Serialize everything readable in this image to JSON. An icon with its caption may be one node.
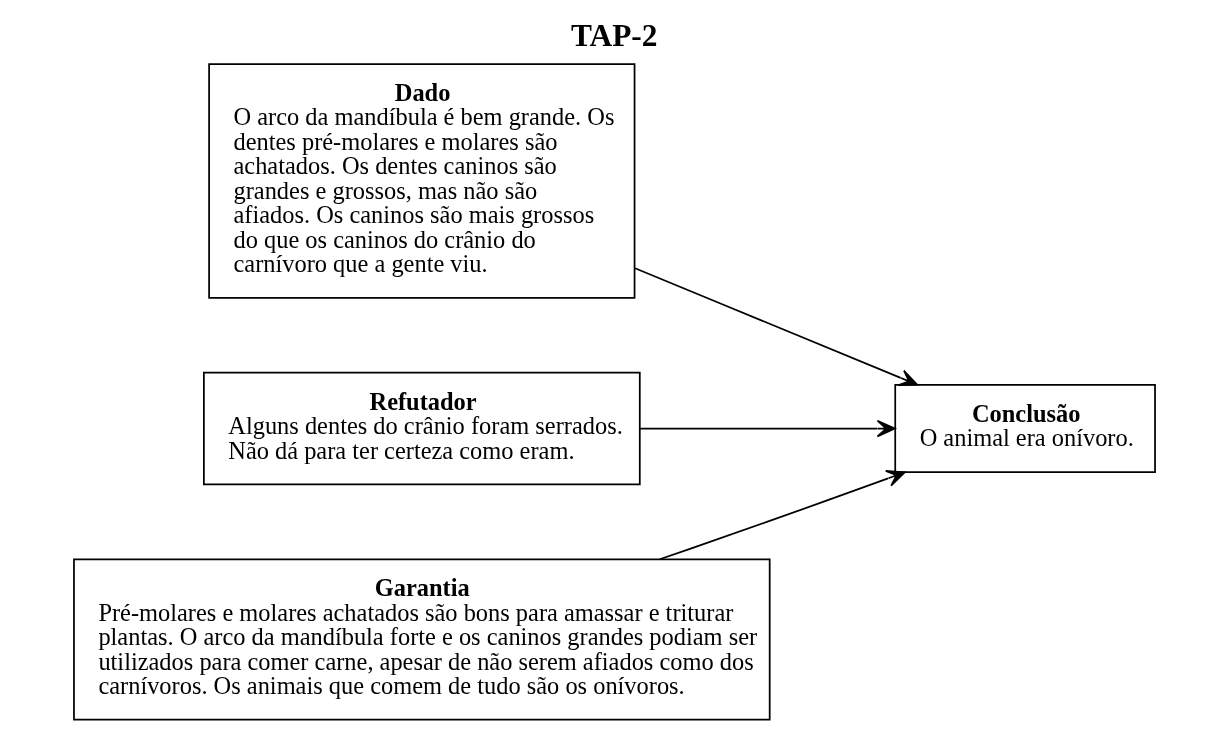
{
  "diagram": {
    "title": "TAP-2",
    "nodes": [
      {
        "text": [
          "Dado",
          "O arco da mandíbula é bem grande. Os dentes pré-molares e molares são achatados. Os dentes caninos são grandes e grossos, mas não são afiados. Os caninos são mais grossos do que os caninos do crânio do carnívoro que a gente viu."
        ]
      },
      {
        "text": [
          "Conclusão",
          "O animal era onívoro."
        ]
      },
      {
        "text": [
          "Refutador",
          "Alguns dentes do crânio foram serrados. Não dá para ter certeza como eram."
        ]
      },
      {
        "text": [
          "Garantia",
          "Pré-molares e molares achatados são bons para amassar e triturar plantas. O arco da mandíbula forte e os caninos grandes podiam ser utilizados para comer carne, apesar de não serem afiados como dos carnívoros. Os animais que comem de tudo são os onívoros."
        ]
      }
    ],
    "edges": [
      {
        "from": 0,
        "to": 1,
        "arrow": "to"
      },
      {
        "from": 3,
        "to": 1,
        "arrow": "to"
      },
      {
        "from": 2,
        "to": 1,
        "arrow": "to"
      }
    ]
  }
}
